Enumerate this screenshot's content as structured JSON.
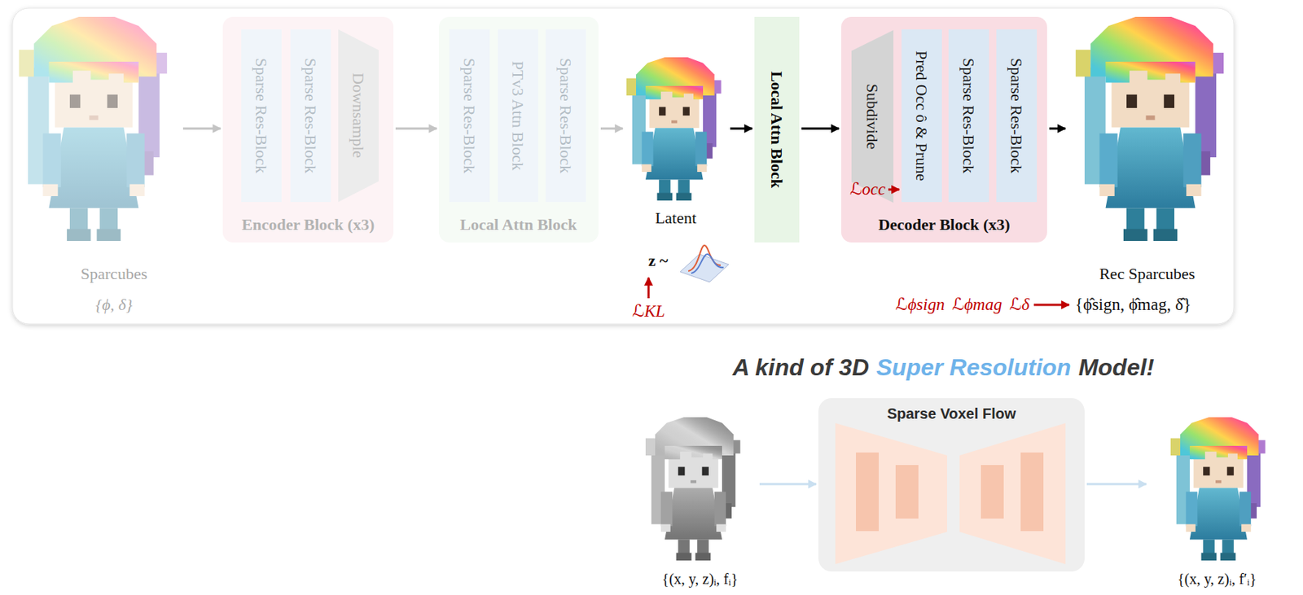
{
  "diagram": {
    "nodes": [
      {
        "text": [
          "Sparcubes",
          "{ϕ, δ}"
        ]
      },
      {
        "text": [
          "Encoder Block (x3)"
        ]
      },
      {
        "text": [
          "Sparse Res-Block"
        ],
        "in": 1
      },
      {
        "text": [
          "Sparse Res-Block"
        ],
        "in": 1
      },
      {
        "text": [
          "Downsample"
        ],
        "in": 1
      },
      {
        "text": [
          "Local Attn Block"
        ]
      },
      {
        "text": [
          "Sparse Res-Block"
        ],
        "in": 5
      },
      {
        "text": [
          "PTv3 Attn Block"
        ],
        "in": 5
      },
      {
        "text": [
          "Sparse Res-Block"
        ],
        "in": 5
      },
      {
        "text": [
          "Latent"
        ]
      },
      {
        "text": [
          "Local Attn Block"
        ]
      },
      {
        "text": [
          "Decoder Block (x3)"
        ]
      },
      {
        "text": [
          "Subdivide"
        ],
        "in": 11
      },
      {
        "text": [
          "Pred Occ ô & Prune"
        ],
        "in": 11
      },
      {
        "text": [
          "Sparse Res-Block"
        ],
        "in": 11
      },
      {
        "text": [
          "Sparse Res-Block"
        ],
        "in": 11
      },
      {
        "text": [
          "Rec Sparcubes"
        ]
      },
      {
        "text": [
          "{(x, y, z)ᵢ, fᵢ}"
        ]
      },
      {
        "text": [
          "Sparse Voxel Flow"
        ]
      },
      {
        "text": [
          "{(x, y, z)ᵢ, f′ᵢ}"
        ]
      }
    ],
    "edges": [
      {
        "from": 0,
        "to": 1,
        "arrow": "to"
      },
      {
        "from": 1,
        "to": 5,
        "arrow": "to"
      },
      {
        "from": 5,
        "to": 9,
        "arrow": "to"
      },
      {
        "from": 9,
        "to": 10,
        "arrow": "to"
      },
      {
        "from": 10,
        "to": 11,
        "arrow": "to"
      },
      {
        "from": 11,
        "to": 16,
        "arrow": "to"
      },
      {
        "from": 17,
        "to": 18,
        "arrow": "to"
      },
      {
        "from": 18,
        "to": 19,
        "arrow": "to"
      }
    ],
    "labels": [
      "z ~",
      "ℒKL",
      "ℒocc",
      "ℒϕsign",
      "ℒϕmag",
      "ℒδ",
      "{ϕ̂sign, ϕ̂mag, δ̂}",
      "A kind of 3D",
      "Super Resolution",
      "Model!"
    ]
  }
}
